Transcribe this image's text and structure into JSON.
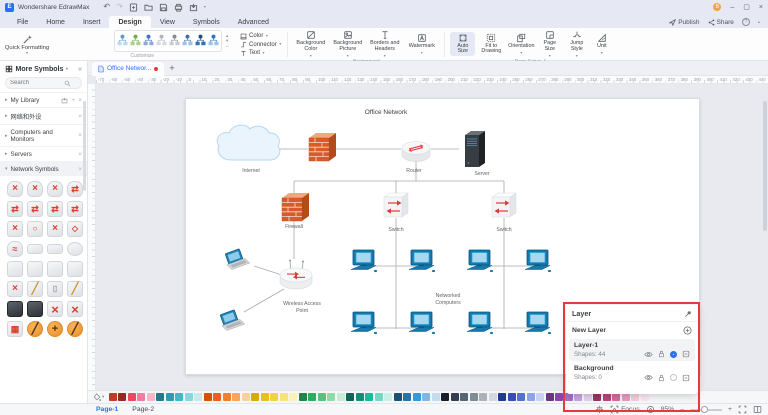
{
  "window": {
    "app_title": "Wondershare EdrawMax",
    "user_badge": "B"
  },
  "glyphs": {
    "undo": "↶",
    "redo": "↷",
    "caret_down": "▾",
    "caret_up": "▴",
    "caret_right": "▸",
    "collapse_left": "«",
    "close": "×",
    "maximize": "▢",
    "minimize": "–",
    "plus": "+",
    "x_small": "×",
    "minus": "–",
    "dots": "⋯"
  },
  "menu": {
    "tabs": [
      "File",
      "Home",
      "Insert",
      "Design",
      "View",
      "Symbols",
      "Advanced"
    ],
    "active_tab": "Design"
  },
  "actions": {
    "publish": "Publish",
    "share": "Share"
  },
  "ribbon": {
    "quick_formatting_label": "Quick Formatting",
    "gallery_group_label": "Customize",
    "style_items": [
      {
        "a": "#5b9bd5",
        "b": "#bdd7ee"
      },
      {
        "a": "#70ad47",
        "b": "#a9d18e"
      },
      {
        "a": "#4472c4",
        "b": "#8faadc"
      },
      {
        "a": "#aeb6bf",
        "b": "#d5dbdf"
      },
      {
        "a": "#848b93",
        "b": "#c9cdd2"
      },
      {
        "a": "#41719c",
        "b": "#9dc3e6"
      },
      {
        "a": "#1f4e79",
        "b": "#2e75b6"
      },
      {
        "a": "#2e75b6",
        "b": "#9dc3e6"
      }
    ],
    "tools": {
      "color": "Color",
      "connector": "Connector",
      "text": "Text"
    },
    "background_group": {
      "label": "Background",
      "buttons": [
        "Background Color",
        "Background Picture",
        "Borders and Headers",
        "Watermark"
      ]
    },
    "page_group": {
      "label": "Page Setup",
      "buttons": [
        "Auto Size",
        "Fit to Drawing",
        "Orientation",
        "Page Size",
        "Jump Style",
        "Unit"
      ],
      "active_button": "Auto Size"
    }
  },
  "sidebar": {
    "title": "More Symbols",
    "search_placeholder": "Search",
    "sections": [
      {
        "label": "My Library"
      },
      {
        "label": "网络和外设"
      },
      {
        "label": "Computers and Monitors"
      },
      {
        "label": "Servers"
      },
      {
        "label": "Network Symbols"
      }
    ],
    "symbols": [
      "drum|x",
      "drum|x",
      "drum|x",
      "drum|arr",
      "cube|arr",
      "cube|arr",
      "cube|arr",
      "cube|arr",
      "cube|x",
      "cube|o",
      "cube|x",
      "cube|d",
      "drum|w",
      "flat|",
      "flat|",
      "cyl|",
      "cube|",
      "cube|",
      "cube|",
      "cube|",
      "cube|x",
      "cube|gold",
      "cube|lock",
      "cube|gold",
      "dark|",
      "dark|",
      "cube|X",
      "cube|X",
      "cube|grid",
      "orange|bar",
      "orange|cross",
      "orange|bar"
    ],
    "symbol_marks": {
      "x": [
        "×",
        "#d8402f",
        10
      ],
      "X": [
        "×",
        "#d8402f",
        13
      ],
      "o": [
        "○",
        "#d8402f",
        8
      ],
      "d": [
        "◇",
        "#d8402f",
        8
      ],
      "arr": [
        "⇄",
        "#d8402f",
        9
      ],
      "w": [
        "≈",
        "#d8402f",
        9
      ],
      "grid": [
        "▦",
        "#d8402f",
        9
      ],
      "gold": [
        "╱",
        "#c9972c",
        11
      ],
      "bar": [
        "╱",
        "#4a3319",
        11
      ],
      "cross": [
        "+",
        "#4a3319",
        11
      ],
      "lock": [
        "▯",
        "#9aa0a6",
        8
      ]
    }
  },
  "document": {
    "tab_label": "Office Networ..."
  },
  "ruler": {
    "start": -70,
    "end": 440,
    "step": 10
  },
  "diagram": {
    "title": "Office Network",
    "labels": {
      "internet": "Internet",
      "router": "Router",
      "server": "Server",
      "firewall": "Firewall",
      "switch_left": "Switch",
      "switch_right": "Switch",
      "wap": [
        "Wireless Access",
        "Point"
      ],
      "computers": [
        "Networked",
        "Computers"
      ]
    }
  },
  "layer_panel": {
    "title": "Layer",
    "new_layer_label": "New Layer",
    "layers": [
      {
        "name": "Layer-1",
        "shapes": "Shapes: 44",
        "selected": true
      },
      {
        "name": "Background",
        "shapes": "Shapes: 0",
        "selected": false
      }
    ]
  },
  "palette": {
    "colors": [
      "#c0392b",
      "#922b21",
      "#e74c5e",
      "#ec7fa0",
      "#f5b7c8",
      "#1f7a8c",
      "#2e9cad",
      "#45b8c8",
      "#8ed4de",
      "#c8eaef",
      "#d35400",
      "#e8621a",
      "#f07f2e",
      "#f6a55c",
      "#fbd0a0",
      "#d4ac0d",
      "#e7bf1e",
      "#f1d244",
      "#f7e27e",
      "#fcf0bb",
      "#1e8449",
      "#27ae60",
      "#58c27d",
      "#93d8a8",
      "#c9ecd4",
      "#0e6655",
      "#148f77",
      "#1abc9c",
      "#76d7c4",
      "#c7f0e8",
      "#1a5276",
      "#2874a6",
      "#3498db",
      "#7fb6e3",
      "#c2dcf2",
      "#17202a",
      "#333f4f",
      "#566573",
      "#808b96",
      "#abb2b9",
      "#d5d8dc",
      "#1f3a93",
      "#3150b5",
      "#5472d3",
      "#8fa6e5",
      "#c8d3f2",
      "#6c3483",
      "#8e44ad",
      "#a86ec7",
      "#cba3de",
      "#e6d2f0",
      "#a03366",
      "#c2417f",
      "#d9699e",
      "#ea9cc0",
      "#f6cfe0",
      "#fde8f1"
    ]
  },
  "statusbar": {
    "pages": [
      "Page-1",
      "Page-2"
    ],
    "active_page": "Page-1",
    "focus_label": "Focus",
    "zoom_percent": "85%"
  },
  "colors": {
    "accent_blue": "#2b6ff3",
    "highlight_red": "#e23b3b"
  }
}
